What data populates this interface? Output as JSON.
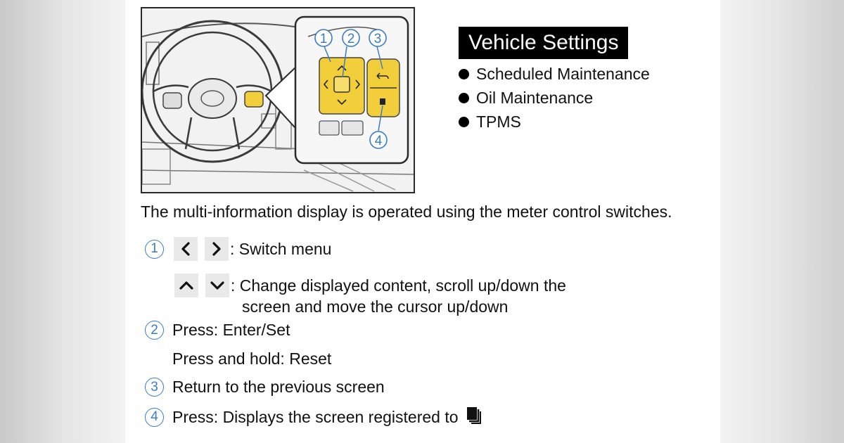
{
  "callouts": [
    "1",
    "2",
    "3",
    "4"
  ],
  "settings": {
    "title": "Vehicle Settings",
    "items": [
      "Scheduled Maintenance",
      "Oil Maintenance",
      "TPMS"
    ]
  },
  "intro": "The multi-information display is operated using the meter control switches.",
  "instructions": {
    "one": {
      "num": "1",
      "text": ": Switch menu"
    },
    "one_b": {
      "text_line1": ": Change displayed content, scroll up/down the",
      "text_line2": "screen and move the cursor up/down"
    },
    "two": {
      "num": "2",
      "text": "Press: Enter/Set",
      "text_b": "Press and hold: Reset"
    },
    "three": {
      "num": "3",
      "text": "Return to the previous screen"
    },
    "four": {
      "num": "4",
      "text": "Press: Displays the screen registered to"
    }
  },
  "colors": {
    "accent": "#3a7bc8",
    "switch_yellow": "#f2cf3a",
    "title_bg": "#000000"
  },
  "icons": [
    "left-arrow-icon",
    "right-arrow-icon",
    "up-arrow-icon",
    "down-arrow-icon",
    "enter-button-icon",
    "back-arrow-icon",
    "favorite-screen-icon"
  ]
}
